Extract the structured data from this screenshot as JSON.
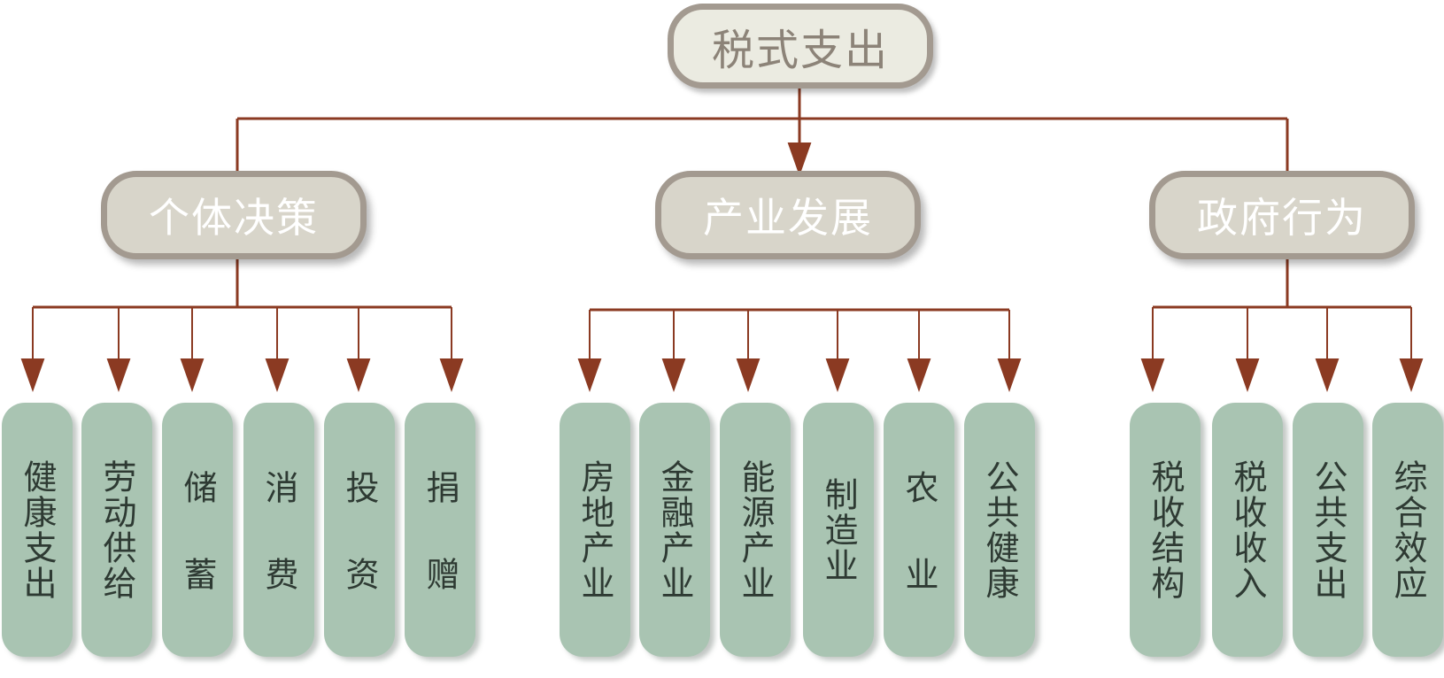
{
  "root": {
    "label": "税式支出"
  },
  "categories": [
    {
      "label": "个体决策",
      "leaves": [
        "健康支出",
        "劳动供给",
        "储蓄",
        "消费",
        "投资",
        "捐赠"
      ]
    },
    {
      "label": "产业发展",
      "leaves": [
        "房地产业",
        "金融产业",
        "能源产业",
        "制造业",
        "农业",
        "公共健康"
      ]
    },
    {
      "label": "政府行为",
      "leaves": [
        "税收结构",
        "税收收入",
        "公共支出",
        "综合效应"
      ]
    }
  ],
  "colors": {
    "connector": "#8b3a22",
    "root_fill": "#ebebe1",
    "category_fill": "#d8d5ca",
    "box_border": "#a39a90",
    "leaf_fill": "#a9c4b2"
  }
}
